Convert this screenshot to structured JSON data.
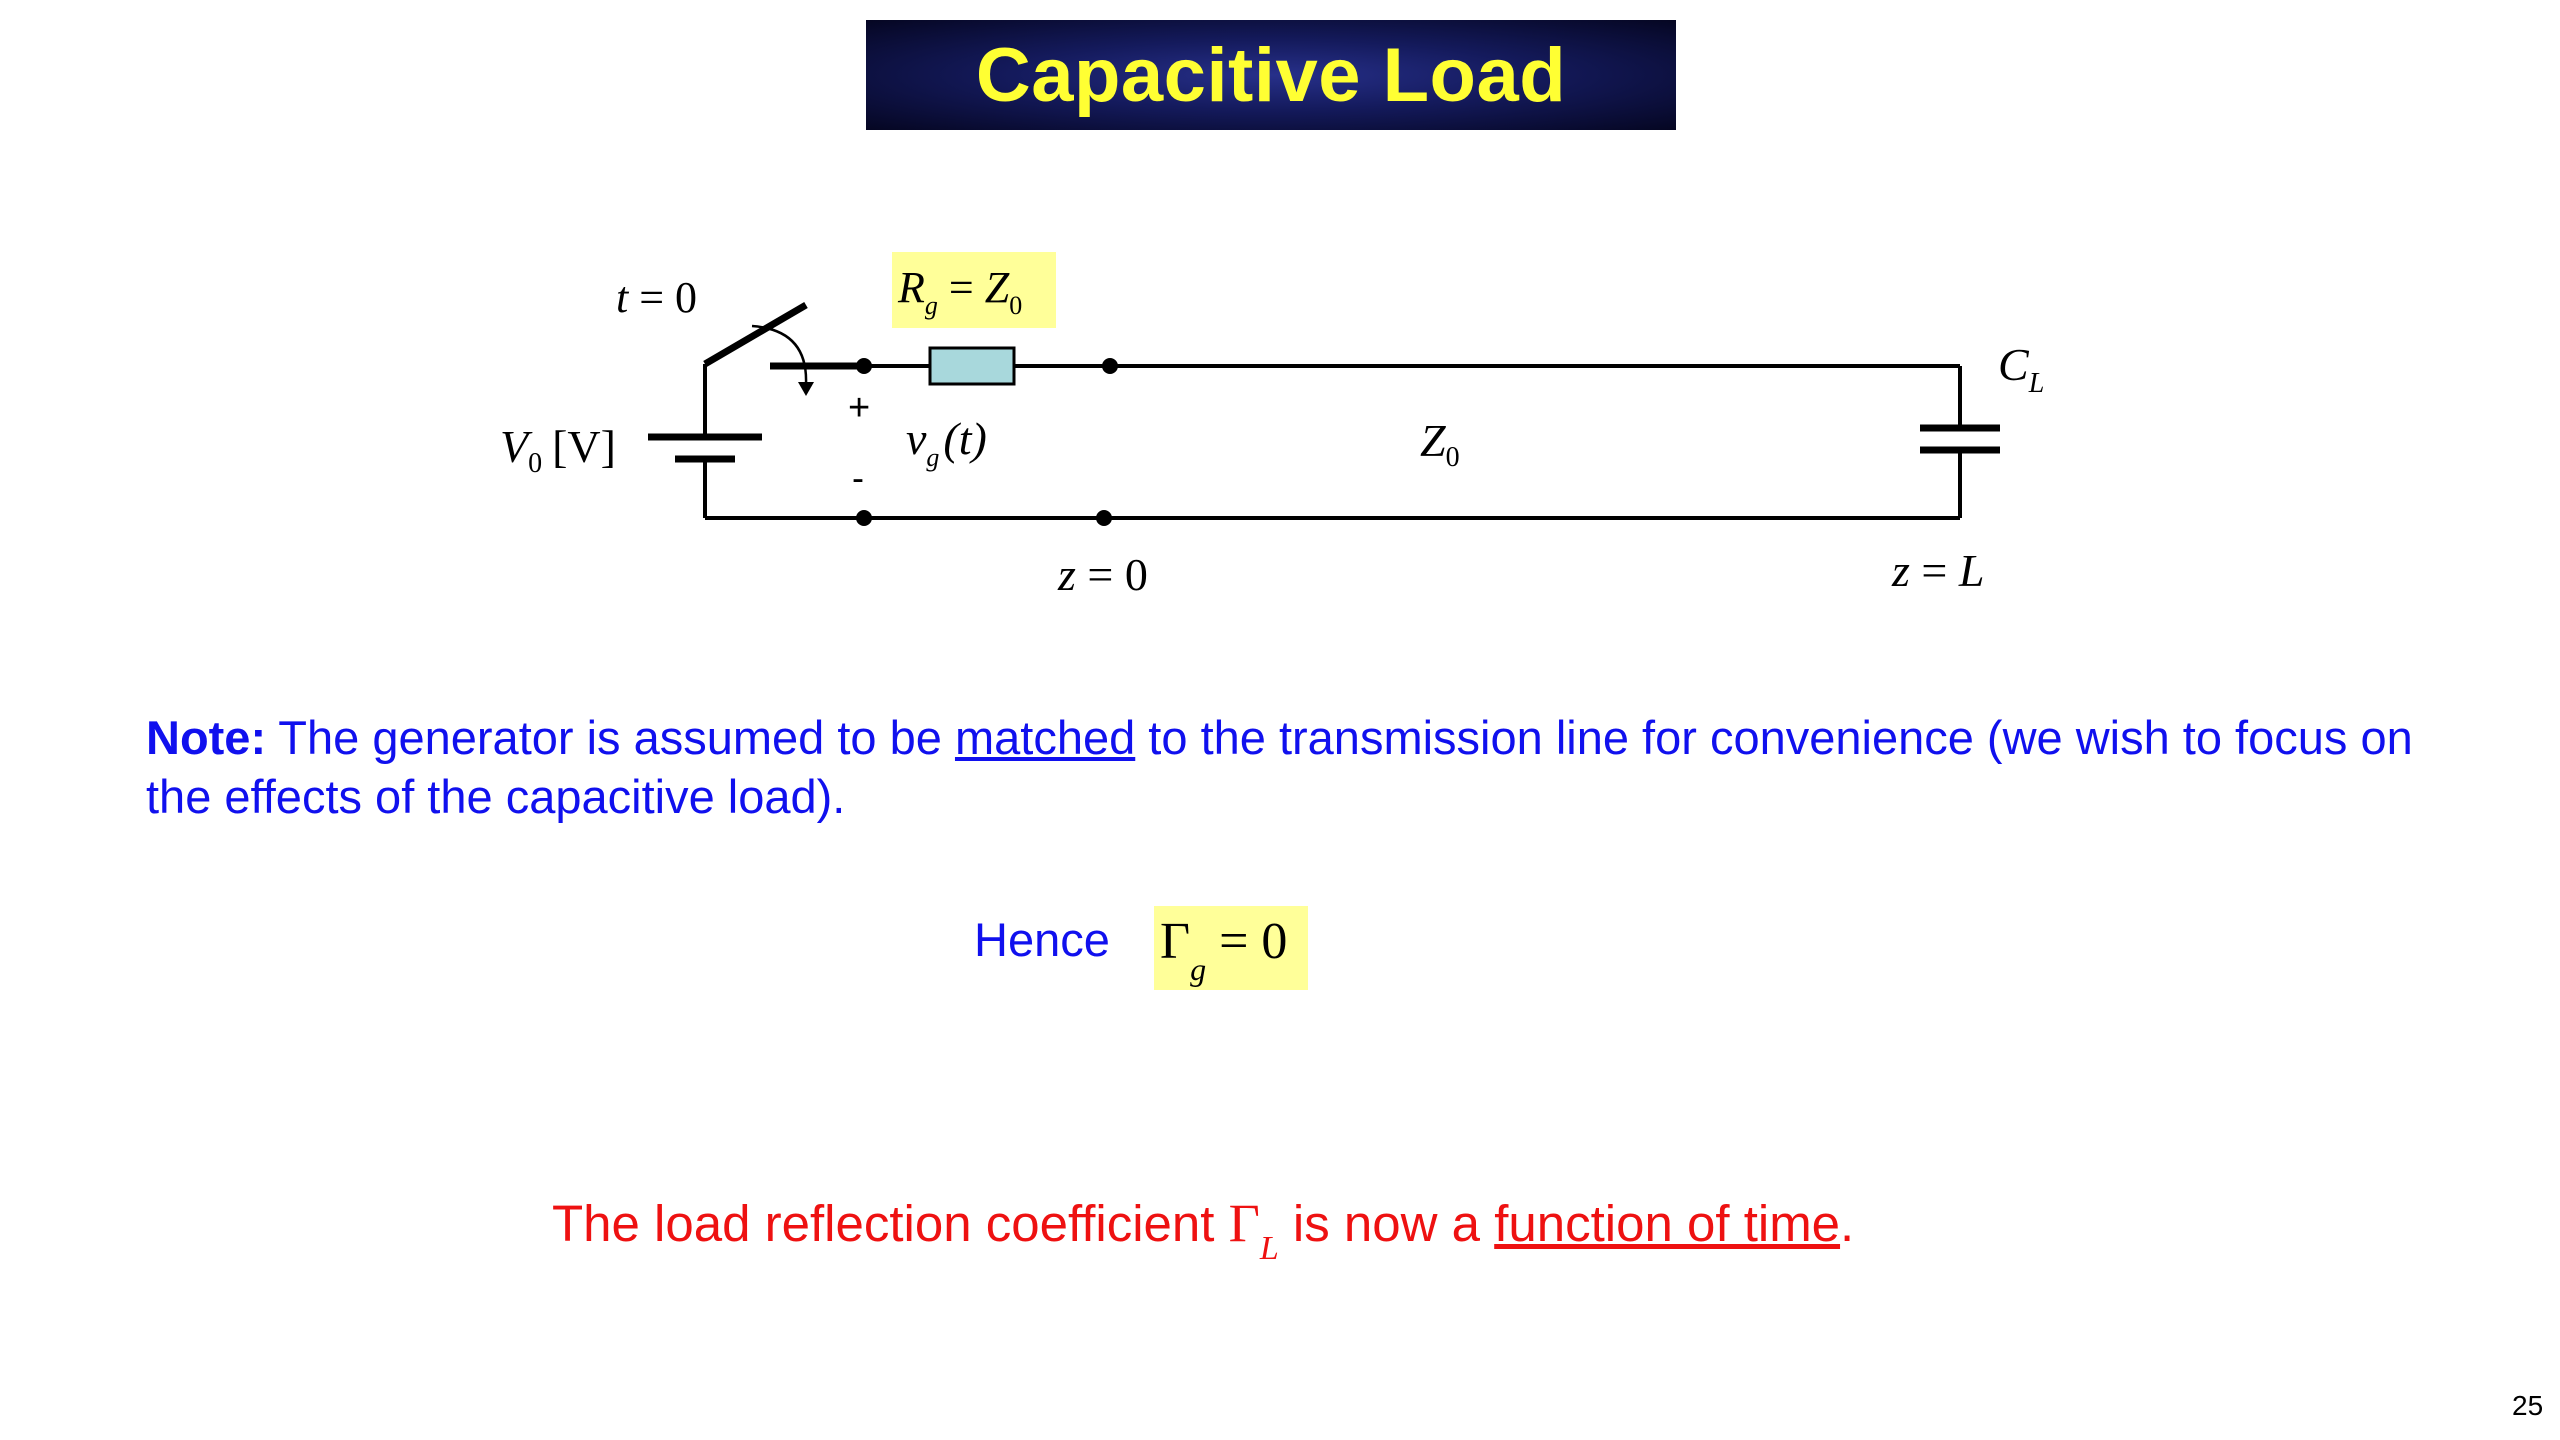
{
  "title": "Capacitive Load",
  "circuit": {
    "switch_label_t": "t",
    "switch_label_eq": " = 0",
    "rg_label_R": "R",
    "rg_label_g": "g",
    "rg_label_eq": " = ",
    "rg_label_Z": "Z",
    "rg_label_0": "0",
    "source_V": "V",
    "source_0": "0",
    "source_unit": "[V]",
    "plus": "+",
    "minus": "-",
    "vg_v": "v",
    "vg_g": "g",
    "vg_paren": "(t)",
    "line_Z": "Z",
    "line_0": "0",
    "load_C": "C",
    "load_L": "L",
    "z0_z": "z",
    "z0_eq": " = 0",
    "zL_z": "z",
    "zL_eq": " = ",
    "zL_L": "L"
  },
  "note": {
    "label": "Note:",
    "text_before": " The generator is assumed to be ",
    "matched": "matched",
    "text_after": " to the transmission line for convenience (we wish to focus on the effects of the capacitive load)."
  },
  "hence": {
    "label": "Hence",
    "gamma_symbol": "Γ",
    "gamma_sub": "g",
    "gamma_rest": " = 0"
  },
  "conclusion": {
    "before": "The load reflection coefficient ",
    "gamma_symbol": "Γ",
    "gamma_sub": "L",
    "middle": " is now a ",
    "underlined": "function of time",
    "after": "."
  },
  "page_number": "25",
  "colors": {
    "title_text": "#ffff33",
    "title_bg": "#141a5c",
    "highlight": "#ffff99",
    "note_blue": "#1010ee",
    "conclusion_red": "#ee1111",
    "resistor_fill": "#a8d8dc"
  }
}
